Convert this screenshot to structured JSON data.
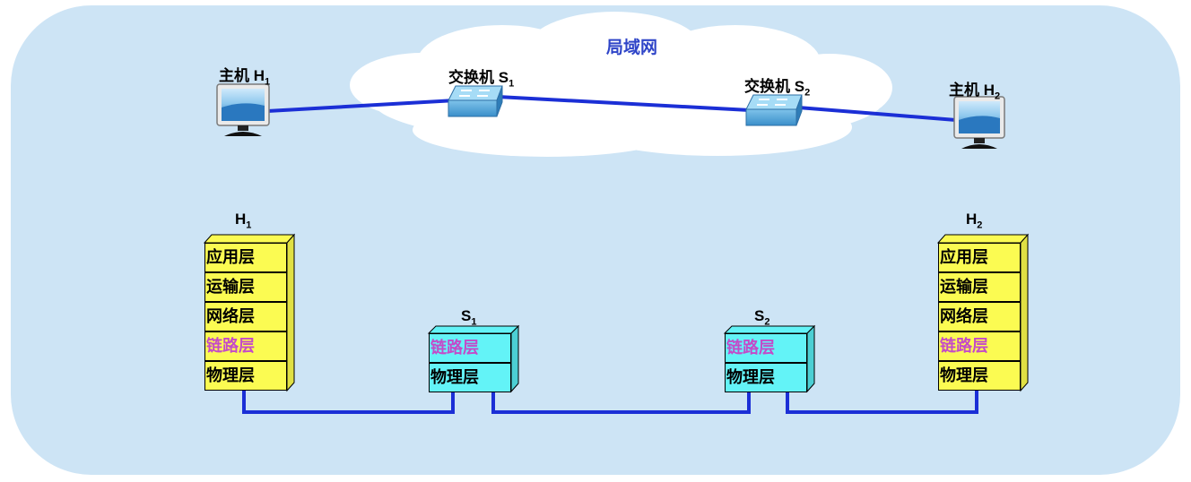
{
  "network": {
    "title": "局域网",
    "host1": {
      "name": "主机 H",
      "sub": "1"
    },
    "host2": {
      "name": "主机 H",
      "sub": "2"
    },
    "switch1": {
      "name": "交换机 S",
      "sub": "1"
    },
    "switch2": {
      "name": "交换机 S",
      "sub": "2"
    }
  },
  "stacks": {
    "h1": {
      "title": "H",
      "sub": "1",
      "layers": [
        "应用层",
        "运输层",
        "网络层",
        "链路层",
        "物理层"
      ]
    },
    "s1": {
      "title": "S",
      "sub": "1",
      "layers": [
        "链路层",
        "物理层"
      ]
    },
    "s2": {
      "title": "S",
      "sub": "2",
      "layers": [
        "链路层",
        "物理层"
      ]
    },
    "h2": {
      "title": "H",
      "sub": "2",
      "layers": [
        "应用层",
        "运输层",
        "网络层",
        "链路层",
        "物理层"
      ]
    }
  },
  "colors": {
    "panel": "#cde4f5",
    "cable": "#1b2fd6",
    "host_layer": "#fbfb52",
    "switch_layer": "#63f3f7",
    "link_layer_text": "#c44ac8",
    "title_text": "#2f45c8"
  }
}
